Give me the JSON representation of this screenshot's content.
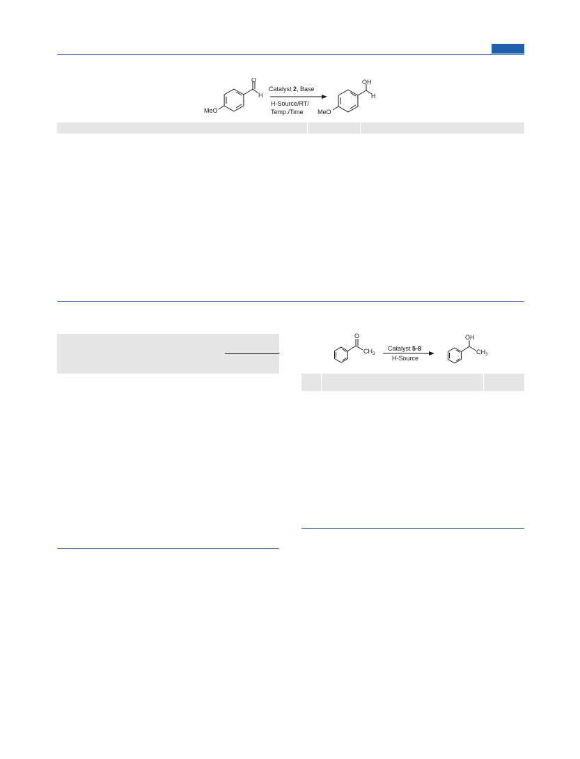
{
  "header": {
    "accent_color": "#1f5fae",
    "rule_color": "#4a78b5"
  },
  "scheme1": {
    "carbonyl_o": "O",
    "aldehyde_h": "H",
    "substituent_left": "MeO",
    "reagent_top_prefix": "Catalyst ",
    "reagent_top_bold": "2",
    "reagent_top_suffix": ", Base",
    "reagent_bottom_line1": "H-Source/RT/",
    "reagent_bottom_line2": "Temp./Time",
    "product_oh": "OH",
    "product_h": "H",
    "substituent_right": "MeO"
  },
  "scheme2": {
    "carbonyl_o": "O",
    "methyl": "CH",
    "methyl_sub": "3",
    "reagent_top_prefix": "Catalyst ",
    "reagent_top_bold": "5-8",
    "reagent_bottom": "H-Source",
    "product_oh": "OH",
    "product_methyl": "CH",
    "product_methyl_sub": "3"
  }
}
